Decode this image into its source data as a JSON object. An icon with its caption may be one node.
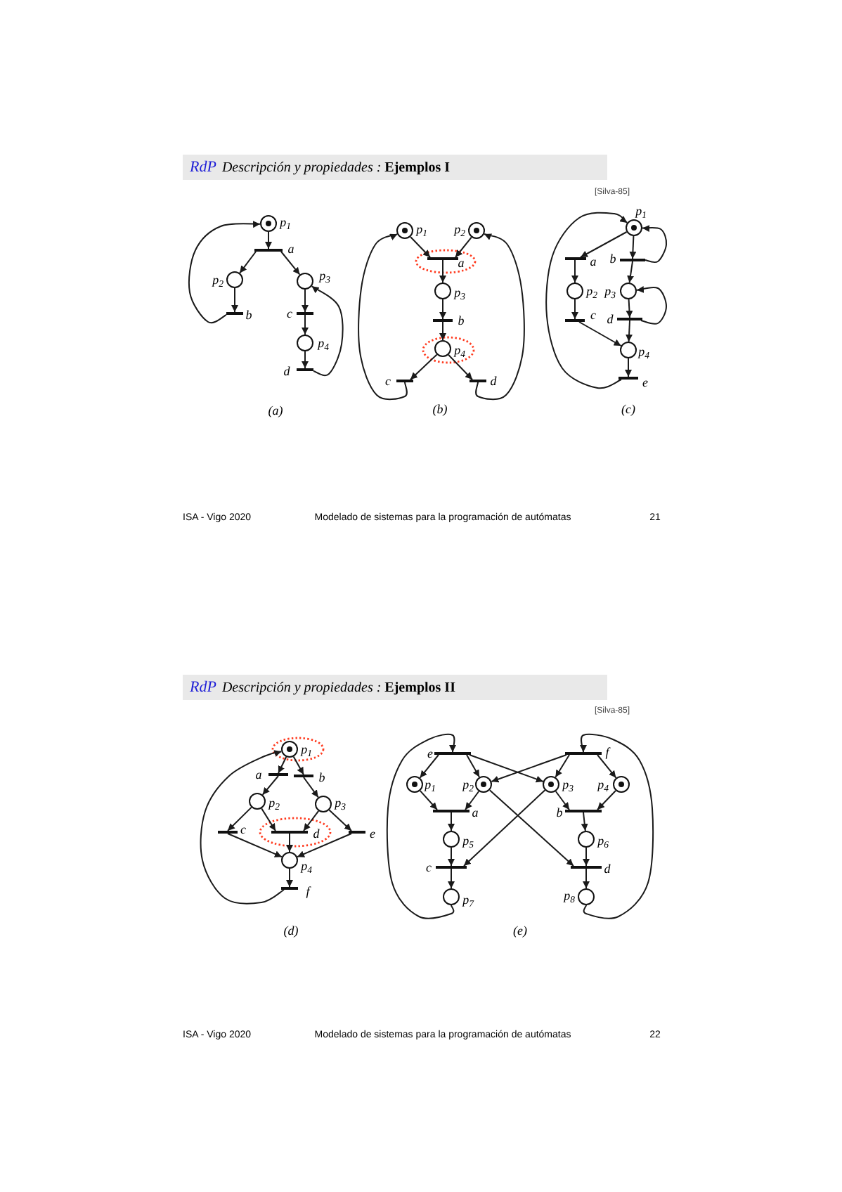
{
  "diagram": {
    "nodes": [
      {
        "text": [
          "RdP",
          "*Descripción y propiedades :* **Ejemplos I**"
        ]
      },
      {
        "text": [],
        "shape": "circle",
        "beside": [
          "p$_{1}$"
        ]
      },
      {
        "text": [],
        "shape": "dot",
        "in": 1
      },
      {
        "text": [],
        "shape": "bar",
        "beside": [
          "a"
        ]
      },
      {
        "text": [],
        "shape": "circle",
        "beside": [
          "p$_{2}$"
        ]
      },
      {
        "text": [],
        "shape": "circle",
        "beside": [
          "p$_{3}$"
        ]
      },
      {
        "text": [],
        "shape": "bar",
        "beside": [
          "b"
        ]
      },
      {
        "text": [],
        "shape": "bar",
        "beside": [
          "c"
        ]
      },
      {
        "text": [],
        "shape": "circle",
        "beside": [
          "p$_{4}$"
        ]
      },
      {
        "text": [],
        "shape": "bar",
        "beside": [
          "d"
        ]
      },
      {
        "text": [],
        "shape": "circle",
        "beside": [
          "p$_{1}$"
        ]
      },
      {
        "text": [],
        "shape": "dot",
        "in": 10
      },
      {
        "text": [],
        "shape": "circle",
        "beside": [
          "p$_{2}$"
        ]
      },
      {
        "text": [],
        "shape": "dot",
        "in": 12
      },
      {
        "text": [],
        "shape": "bar",
        "beside": [
          "a"
        ]
      },
      {
        "text": [],
        "shape": "circle",
        "beside": [
          "p$_{3}$"
        ]
      },
      {
        "text": [],
        "shape": "bar",
        "beside": [
          "b"
        ]
      },
      {
        "text": [],
        "shape": "circle",
        "beside": [
          "p$_{4}$"
        ]
      },
      {
        "text": [],
        "shape": "bar",
        "beside": [
          "c"
        ]
      },
      {
        "text": [],
        "shape": "bar",
        "beside": [
          "d"
        ]
      },
      {
        "text": [],
        "shape": "circle",
        "beside": [
          "p$_{1}$"
        ]
      },
      {
        "text": [],
        "shape": "dot",
        "in": 20
      },
      {
        "text": [],
        "shape": "bar",
        "beside": [
          "a"
        ]
      },
      {
        "text": [],
        "shape": "bar",
        "beside": [
          "b"
        ]
      },
      {
        "text": [],
        "shape": "circle",
        "beside": [
          "p$_{2}$"
        ]
      },
      {
        "text": [],
        "shape": "circle",
        "beside": [
          "p$_{3}$"
        ]
      },
      {
        "text": [],
        "shape": "bar",
        "beside": [
          "c"
        ]
      },
      {
        "text": [],
        "shape": "bar",
        "beside": [
          "d"
        ]
      },
      {
        "text": [],
        "shape": "circle",
        "beside": [
          "p$_{4}$"
        ]
      },
      {
        "text": [],
        "shape": "bar",
        "beside": [
          "e"
        ]
      },
      {
        "text": [
          "RdP",
          "*Descripción y propiedades :* **Ejemplos II**"
        ]
      },
      {
        "text": [],
        "shape": "circle",
        "beside": [
          "p$_{1}$"
        ]
      },
      {
        "text": [],
        "shape": "dot",
        "in": 31
      },
      {
        "text": [],
        "shape": "bar",
        "beside": [
          "a"
        ]
      },
      {
        "text": [],
        "shape": "bar",
        "beside": [
          "b"
        ]
      },
      {
        "text": [],
        "shape": "circle",
        "beside": [
          "p$_{2}$"
        ]
      },
      {
        "text": [],
        "shape": "circle",
        "beside": [
          "p$_{3}$"
        ]
      },
      {
        "text": [],
        "shape": "bar",
        "beside": [
          "c"
        ]
      },
      {
        "text": [],
        "shape": "bar",
        "beside": [
          "d"
        ]
      },
      {
        "text": [],
        "shape": "bar",
        "beside": [
          "e"
        ]
      },
      {
        "text": [],
        "shape": "circle",
        "beside": [
          "p$_{4}$"
        ]
      },
      {
        "text": [],
        "shape": "bar",
        "beside": [
          "f"
        ]
      },
      {
        "text": [],
        "shape": "bar",
        "beside": [
          "e"
        ]
      },
      {
        "text": [],
        "shape": "bar",
        "beside": [
          "f"
        ]
      },
      {
        "text": [],
        "shape": "circle",
        "beside": [
          "p$_{1}$"
        ]
      },
      {
        "text": [],
        "shape": "dot",
        "in": 44
      },
      {
        "text": [],
        "shape": "circle",
        "beside": [
          "p$_{2}$"
        ]
      },
      {
        "text": [],
        "shape": "dot",
        "in": 46
      },
      {
        "text": [],
        "shape": "circle",
        "beside": [
          "p$_{3}$"
        ]
      },
      {
        "text": [],
        "shape": "dot",
        "in": 48
      },
      {
        "text": [],
        "shape": "circle",
        "beside": [
          "p$_{4}$"
        ]
      },
      {
        "text": [],
        "shape": "dot",
        "in": 50
      },
      {
        "text": [],
        "shape": "bar",
        "beside": [
          "a"
        ]
      },
      {
        "text": [],
        "shape": "bar",
        "beside": [
          "b"
        ]
      },
      {
        "text": [],
        "shape": "circle",
        "beside": [
          "p$_{5}$"
        ]
      },
      {
        "text": [],
        "shape": "circle",
        "beside": [
          "p$_{6}$"
        ]
      },
      {
        "text": [],
        "shape": "bar",
        "beside": [
          "c"
        ]
      },
      {
        "text": [],
        "shape": "bar",
        "beside": [
          "d"
        ]
      },
      {
        "text": [],
        "shape": "circle",
        "beside": [
          "p$_{7}$"
        ]
      },
      {
        "text": [],
        "shape": "circle",
        "beside": [
          "p$_{8}$"
        ]
      }
    ],
    "edges": [
      {
        "from": 1,
        "to": 3,
        "arrow": "to"
      },
      {
        "from": 3,
        "to": 4,
        "arrow": "to"
      },
      {
        "from": 3,
        "to": 5,
        "arrow": "to"
      },
      {
        "from": 4,
        "to": 6,
        "arrow": "to"
      },
      {
        "from": 6,
        "to": 1,
        "arrow": "to"
      },
      {
        "from": 5,
        "to": 7,
        "arrow": "to"
      },
      {
        "from": 7,
        "to": 8,
        "arrow": "to"
      },
      {
        "from": 8,
        "to": 9,
        "arrow": "to"
      },
      {
        "from": 9,
        "to": 5,
        "arrow": "to"
      },
      {
        "from": 10,
        "to": 14,
        "arrow": "to"
      },
      {
        "from": 12,
        "to": 14,
        "arrow": "to"
      },
      {
        "from": 14,
        "to": 15,
        "arrow": "to"
      },
      {
        "from": 15,
        "to": 16,
        "arrow": "to"
      },
      {
        "from": 16,
        "to": 17,
        "arrow": "to"
      },
      {
        "from": 17,
        "to": 18,
        "arrow": "to"
      },
      {
        "from": 17,
        "to": 19,
        "arrow": "to"
      },
      {
        "from": 18,
        "to": 10,
        "arrow": "to"
      },
      {
        "from": 19,
        "to": 12,
        "arrow": "to"
      },
      {
        "from": 20,
        "to": 22,
        "arrow": "to"
      },
      {
        "from": 20,
        "to": 23,
        "arrow": "to"
      },
      {
        "from": 23,
        "to": 20,
        "arrow": "to"
      },
      {
        "from": 22,
        "to": 24,
        "arrow": "to"
      },
      {
        "from": 23,
        "to": 25,
        "arrow": "to"
      },
      {
        "from": 24,
        "to": 26,
        "arrow": "to"
      },
      {
        "from": 26,
        "to": 28,
        "arrow": "to"
      },
      {
        "from": 25,
        "to": 27,
        "arrow": "to"
      },
      {
        "from": 27,
        "to": 25,
        "arrow": "to"
      },
      {
        "from": 27,
        "to": 28,
        "arrow": "to"
      },
      {
        "from": 28,
        "to": 29,
        "arrow": "to"
      },
      {
        "from": 29,
        "to": 20,
        "arrow": "to"
      },
      {
        "from": 31,
        "to": 33,
        "arrow": "to"
      },
      {
        "from": 31,
        "to": 34,
        "arrow": "to"
      },
      {
        "from": 33,
        "to": 35,
        "arrow": "to"
      },
      {
        "from": 34,
        "to": 36,
        "arrow": "to"
      },
      {
        "from": 35,
        "to": 37,
        "arrow": "to"
      },
      {
        "from": 35,
        "to": 38,
        "arrow": "to"
      },
      {
        "from": 36,
        "to": 38,
        "arrow": "to"
      },
      {
        "from": 36,
        "to": 39,
        "arrow": "to"
      },
      {
        "from": 37,
        "to": 40,
        "arrow": "to"
      },
      {
        "from": 38,
        "to": 40,
        "arrow": "to"
      },
      {
        "from": 39,
        "to": 40,
        "arrow": "to"
      },
      {
        "from": 40,
        "to": 41,
        "arrow": "to"
      },
      {
        "from": 41,
        "to": 31,
        "arrow": "to"
      },
      {
        "from": 42,
        "to": 44,
        "arrow": "to"
      },
      {
        "from": 42,
        "to": 46,
        "arrow": "to"
      },
      {
        "from": 42,
        "to": 48,
        "arrow": "to"
      },
      {
        "from": 43,
        "to": 50,
        "arrow": "to"
      },
      {
        "from": 43,
        "to": 48,
        "arrow": "to"
      },
      {
        "from": 43,
        "to": 46,
        "arrow": "to"
      },
      {
        "from": 44,
        "to": 52,
        "arrow": "to"
      },
      {
        "from": 46,
        "to": 52,
        "arrow": "to"
      },
      {
        "from": 52,
        "to": 54,
        "arrow": "to"
      },
      {
        "from": 54,
        "to": 56,
        "arrow": "to"
      },
      {
        "from": 48,
        "to": 56,
        "arrow": "to"
      },
      {
        "from": 56,
        "to": 58,
        "arrow": "to"
      },
      {
        "from": 58,
        "to": 42,
        "arrow": "to"
      },
      {
        "from": 48,
        "to": 53,
        "arrow": "to"
      },
      {
        "from": 50,
        "to": 53,
        "arrow": "to"
      },
      {
        "from": 53,
        "to": 55,
        "arrow": "to"
      },
      {
        "from": 55,
        "to": 57,
        "arrow": "to"
      },
      {
        "from": 46,
        "to": 57,
        "arrow": "to"
      },
      {
        "from": 57,
        "to": 59,
        "arrow": "to"
      },
      {
        "from": 59,
        "to": 43,
        "arrow": "to"
      }
    ],
    "labels": [
      "[Silva-85]",
      "(a)",
      "(b)",
      "(c)",
      "ISA - Vigo 2020",
      "Modelado de sistemas para la programación de autómatas",
      "21",
      "[Silva-85]",
      "(d)",
      "(e)",
      "ISA - Vigo 2020",
      "Modelado de sistemas para la programación de autómatas",
      "22"
    ]
  }
}
